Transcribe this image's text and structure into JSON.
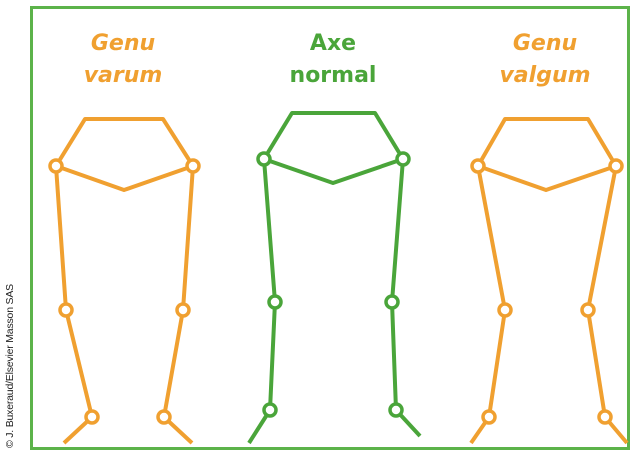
{
  "copyright": "© J. Buxeraud/Elsevier Masson SAS",
  "colors": {
    "orange": "#f0a030",
    "green": "#4aa53a",
    "frame": "#5cb34a"
  },
  "figures": [
    {
      "line1": "Genu",
      "line2": "varum",
      "italic": true,
      "color": "#f0a030"
    },
    {
      "line1": "Axe",
      "line2": "normal",
      "italic": false,
      "color": "#4aa53a"
    },
    {
      "line1": "Genu",
      "line2": "valgum",
      "italic": true,
      "color": "#f0a030"
    }
  ]
}
